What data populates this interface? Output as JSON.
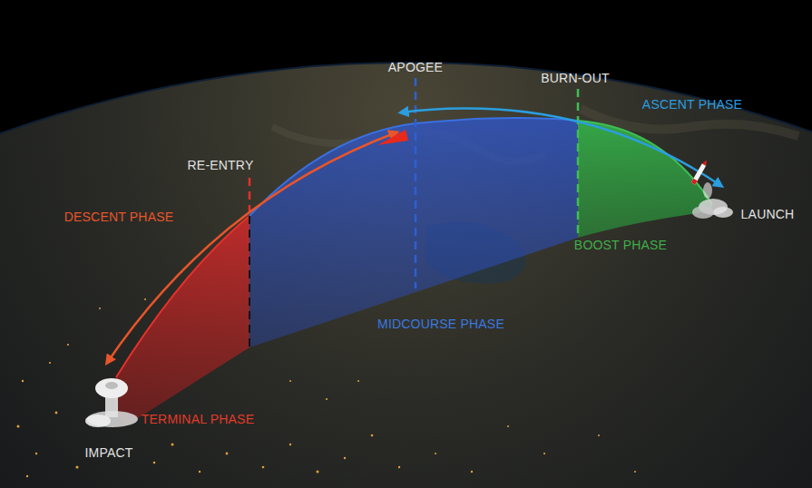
{
  "diagram": {
    "labels": [
      "APOGEE",
      "BURN-OUT",
      "ASCENT PHASE",
      "RE-ENTRY",
      "DESCENT PHASE",
      "LAUNCH",
      "BOOST PHASE",
      "MIDCOURSE PHASE",
      "TERMINAL PHASE",
      "IMPACT"
    ]
  }
}
